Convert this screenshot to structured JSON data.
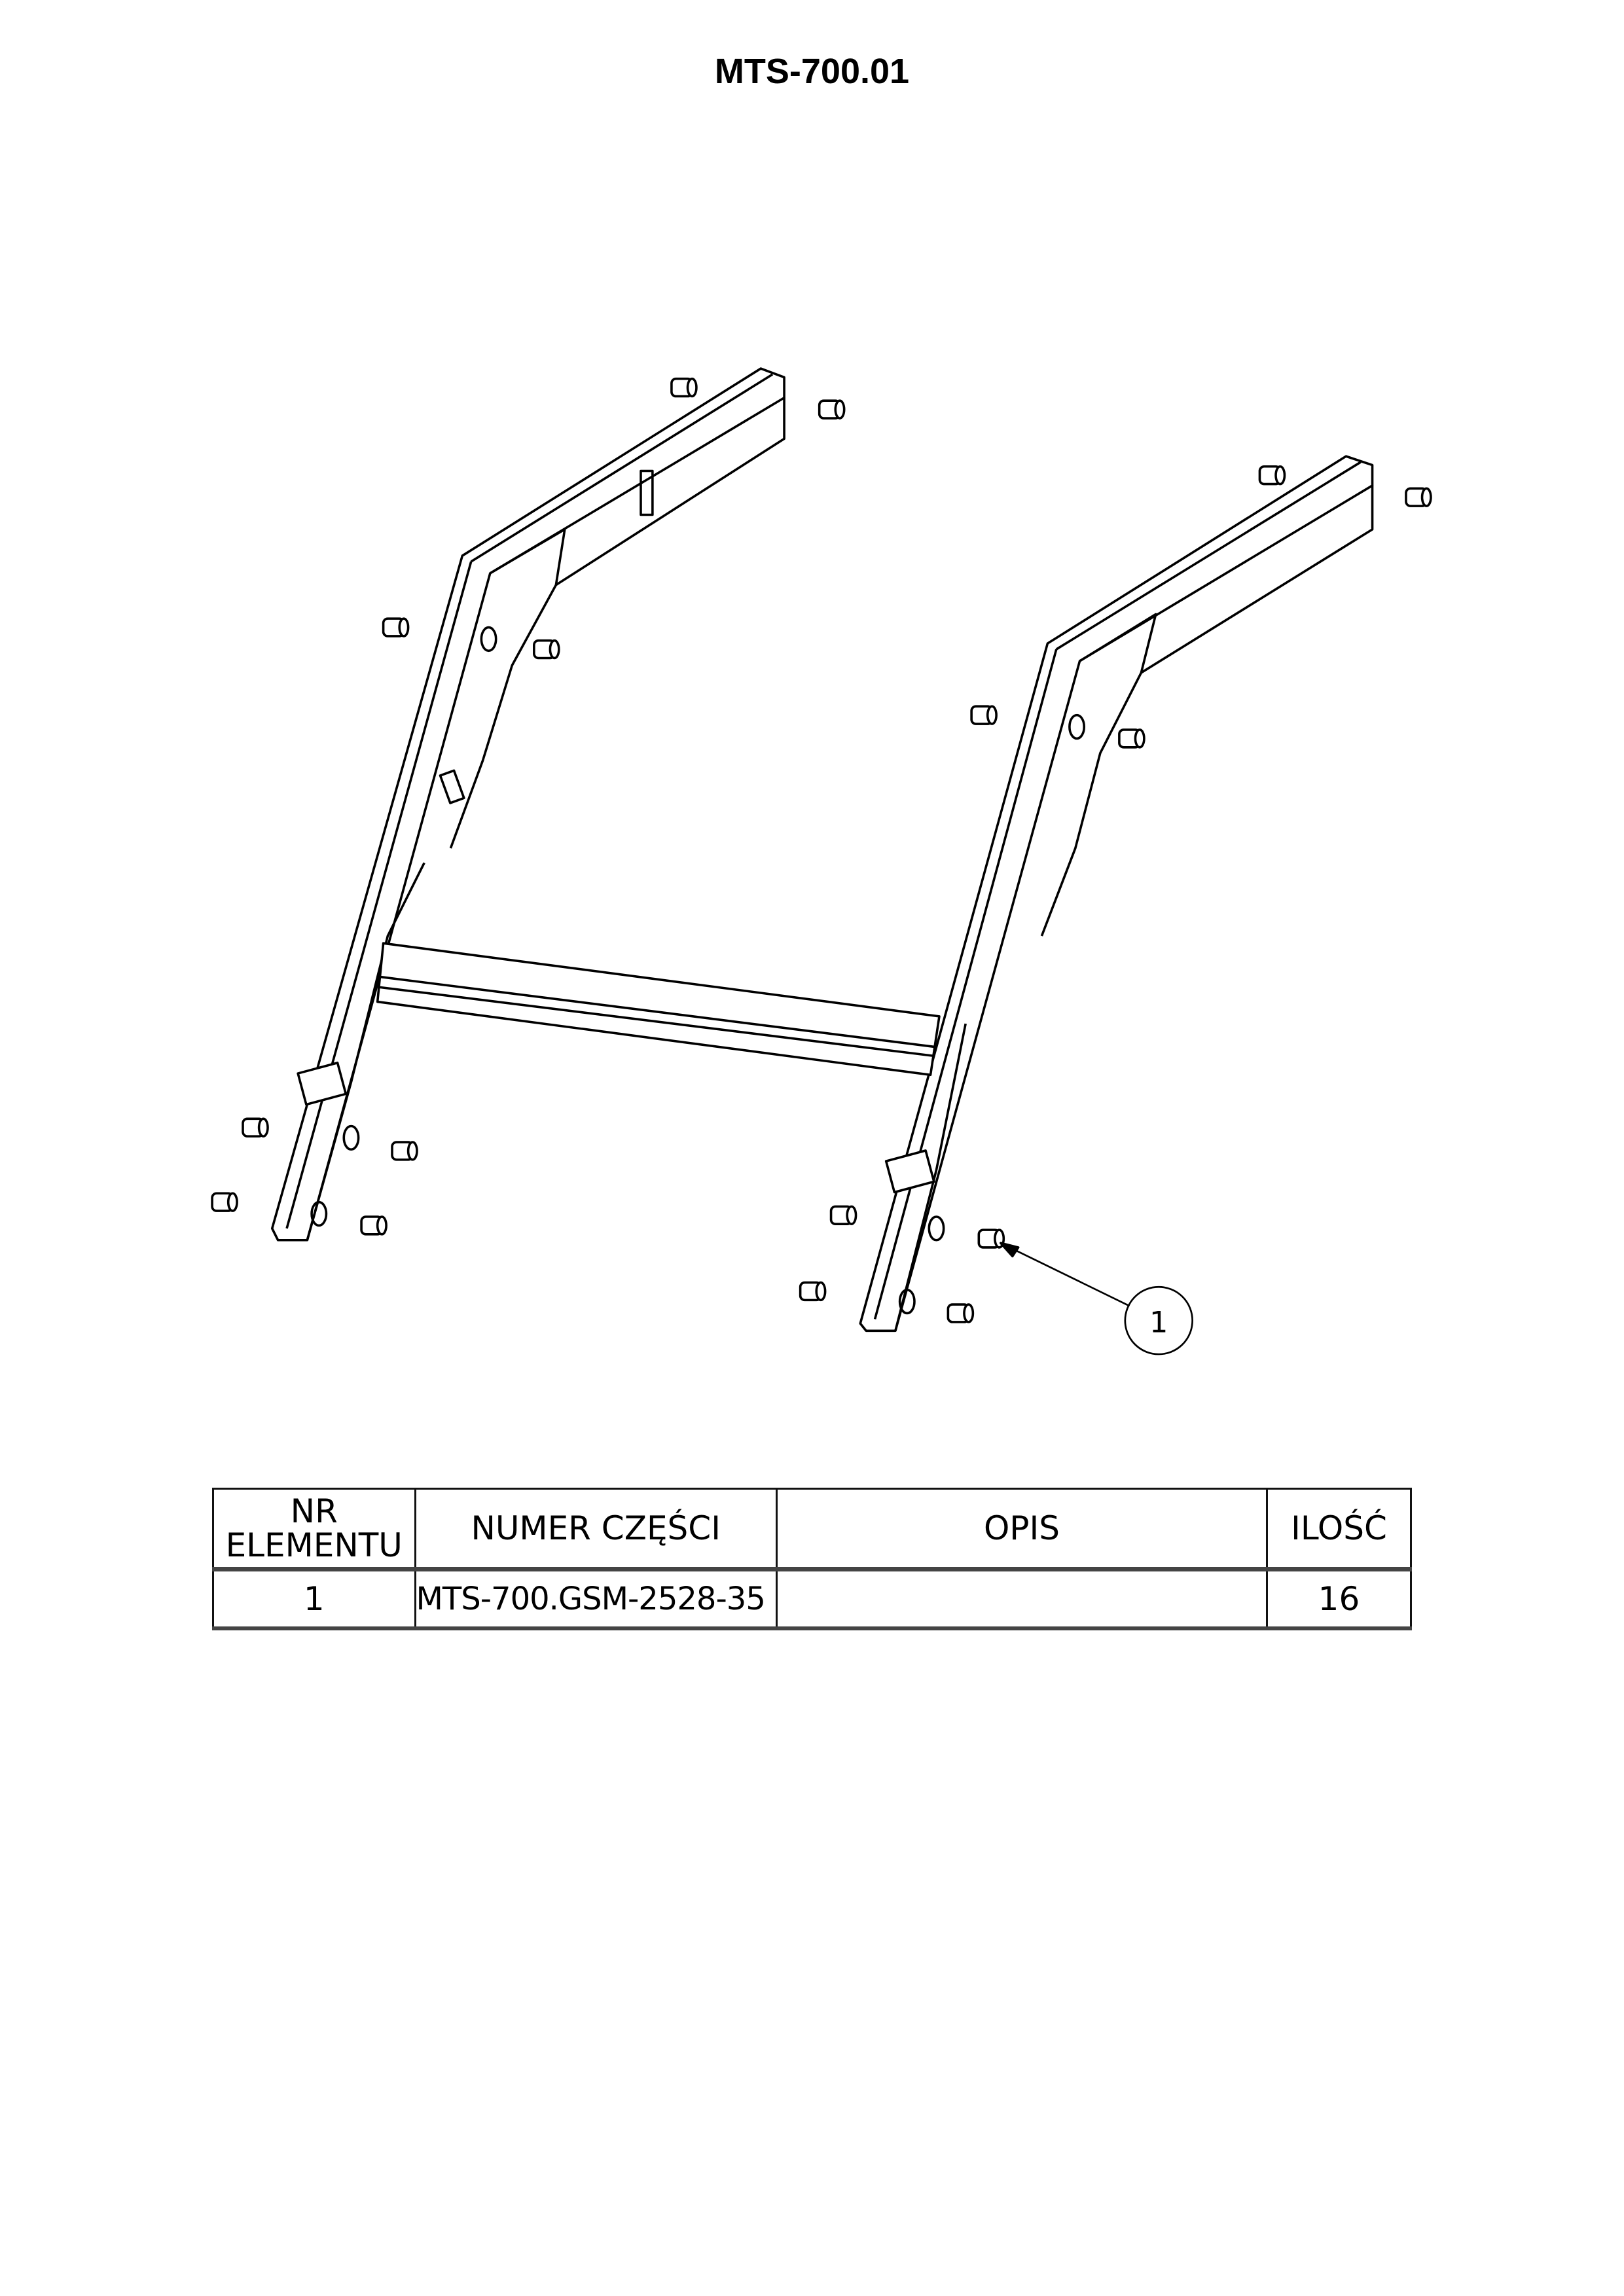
{
  "title": "MTS-700.01",
  "balloon": {
    "label": "1"
  },
  "bom_table": {
    "headers": [
      "NR ELEMENTU",
      "NUMER CZĘŚCI",
      "OPIS",
      "ILOŚĆ"
    ],
    "rows": [
      {
        "item": "1",
        "part_number": "MTS-700.GSM-2528-35",
        "description": "",
        "quantity": "16"
      }
    ]
  }
}
